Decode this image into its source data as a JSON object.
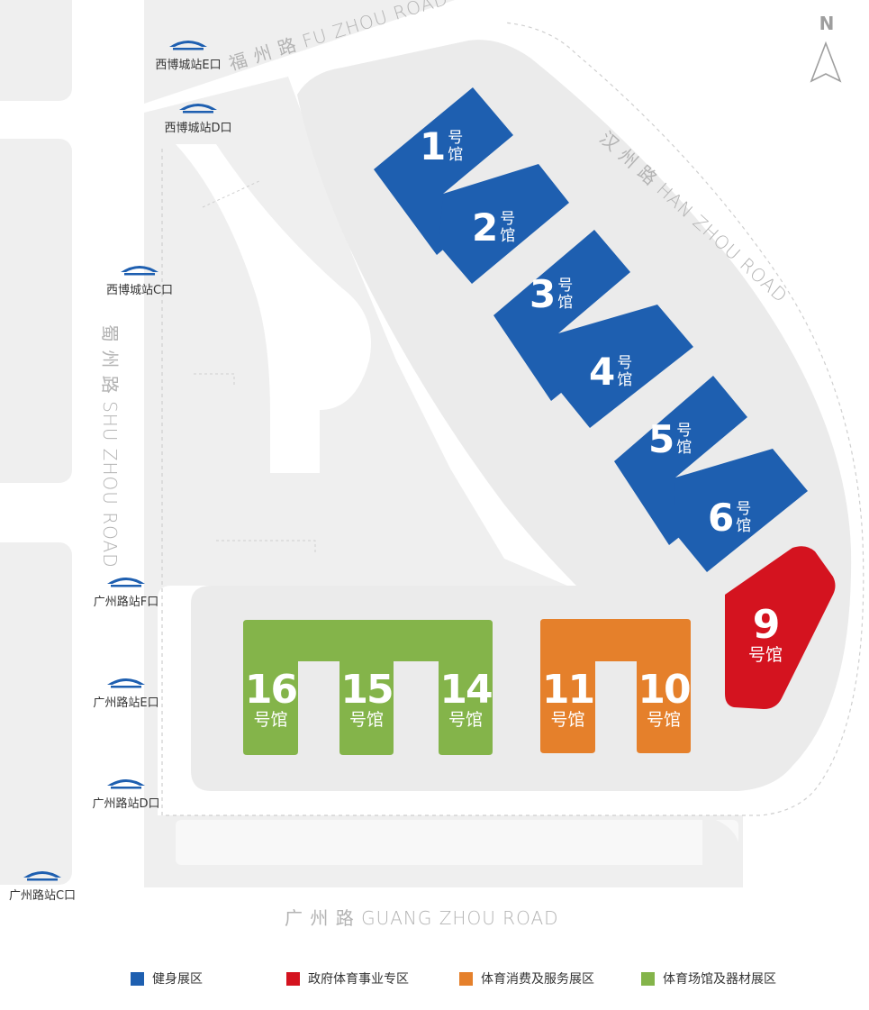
{
  "compass": {
    "label": "N"
  },
  "roads": {
    "fu_zhou": "福 州 路 FU ZHOU ROAD",
    "han_zhou": "汉 州 路 HAN ZHOU ROAD",
    "shu_zhou": "蜀 州 路 SHU ZHOU ROAD",
    "guang_zhou": "广 州 路 GUANG ZHOU ROAD"
  },
  "stations": [
    {
      "name": "西博城站E口",
      "logo": "metro-logo-icon"
    },
    {
      "name": "西博城站D口",
      "logo": "metro-logo-icon"
    },
    {
      "name": "西博城站C口",
      "logo": "metro-logo-icon"
    },
    {
      "name": "广州路站F口",
      "logo": "metro-logo-icon"
    },
    {
      "name": "广州路站E口",
      "logo": "metro-logo-icon"
    },
    {
      "name": "广州路站D口",
      "logo": "metro-logo-icon"
    },
    {
      "name": "广州路站C口",
      "logo": "metro-logo-icon"
    }
  ],
  "hall_suffix": "号馆",
  "halls": [
    {
      "number": "1",
      "zone": "fitness"
    },
    {
      "number": "2",
      "zone": "fitness"
    },
    {
      "number": "3",
      "zone": "fitness"
    },
    {
      "number": "4",
      "zone": "fitness"
    },
    {
      "number": "5",
      "zone": "fitness"
    },
    {
      "number": "6",
      "zone": "fitness"
    },
    {
      "number": "9",
      "zone": "government"
    },
    {
      "number": "10",
      "zone": "consumption"
    },
    {
      "number": "11",
      "zone": "consumption"
    },
    {
      "number": "14",
      "zone": "venue"
    },
    {
      "number": "15",
      "zone": "venue"
    },
    {
      "number": "16",
      "zone": "venue"
    }
  ],
  "legend": [
    {
      "label": "健身展区",
      "color": "#1e5fb0"
    },
    {
      "label": "政府体育事业专区",
      "color": "#d4131f"
    },
    {
      "label": "体育消费及服务展区",
      "color": "#e5802b"
    },
    {
      "label": "体育场馆及器材展区",
      "color": "#84b44a"
    }
  ],
  "colors": {
    "fitness": "#1e5fb0",
    "government": "#d4131f",
    "consumption": "#e5802b",
    "venue": "#84b44a",
    "ground": "#efefef",
    "road_label": "#b3b3b3"
  }
}
